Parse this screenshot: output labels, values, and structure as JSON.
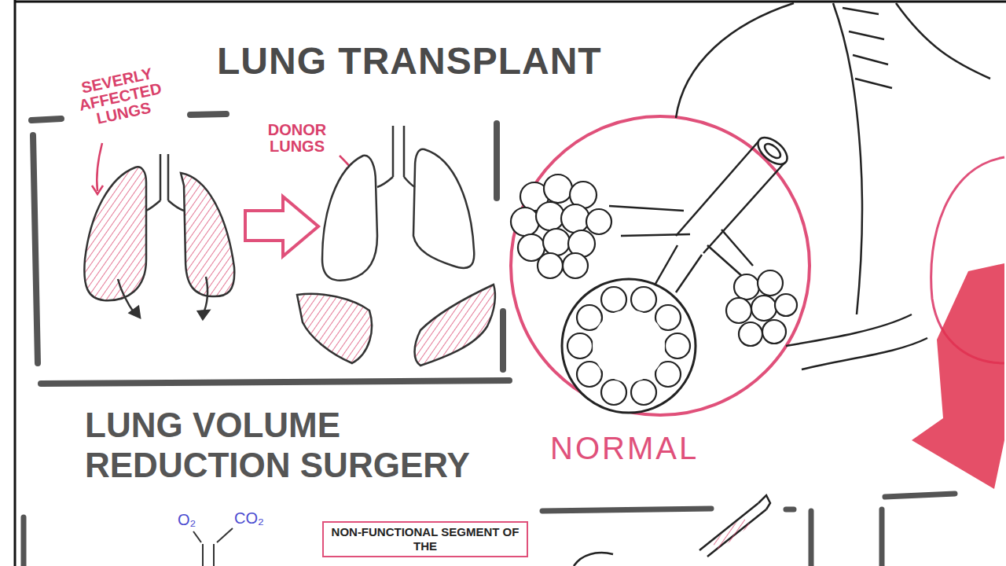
{
  "diagram": {
    "title": "LUNG TRANSPLANT",
    "nodes": [
      {
        "text": [
          "NON-FUNCTIONAL SEGMENT OF THE"
        ]
      }
    ],
    "labels": [
      "SEVERLY AFFECTED LUNGS",
      "DONOR LUNGS",
      "NORMAL",
      "LUNG VOLUME REDUCTION SURGERY",
      "O₂",
      "CO₂"
    ]
  }
}
